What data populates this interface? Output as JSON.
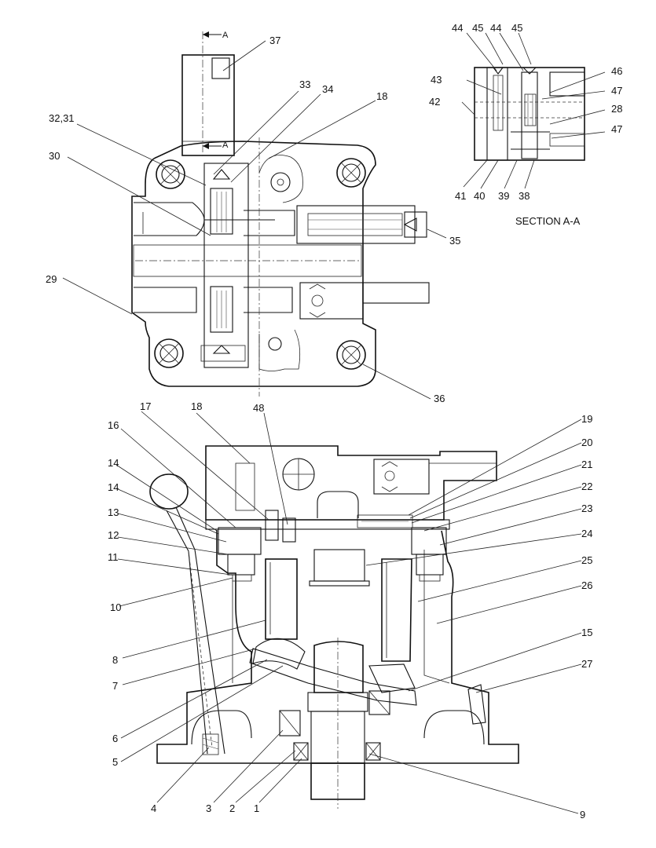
{
  "section": {
    "arrow_label": "A",
    "title": "SECTION A-A"
  },
  "labels": {
    "l1": "1",
    "l2": "2",
    "l3": "3",
    "l4": "4",
    "l5": "5",
    "l6": "6",
    "l7": "7",
    "l8": "8",
    "l9": "9",
    "l10": "10",
    "l11": "11",
    "l12": "12",
    "l13": "13",
    "l14a": "14",
    "l14b": "14",
    "l15": "15",
    "l16": "16",
    "l17": "17",
    "l18a": "18",
    "l18b": "18",
    "l19": "19",
    "l20": "20",
    "l21": "21",
    "l22": "22",
    "l23": "23",
    "l24": "24",
    "l25": "25",
    "l26": "26",
    "l27": "27",
    "l28": "28",
    "l29": "29",
    "l30": "30",
    "l3231": "32,31",
    "l33": "33",
    "l34": "34",
    "l35": "35",
    "l36": "36",
    "l37": "37",
    "l38": "38",
    "l39": "39",
    "l40": "40",
    "l41": "41",
    "l42": "42",
    "l43": "43",
    "l44a": "44",
    "l44b": "44",
    "l45a": "45",
    "l45b": "45",
    "l46": "46",
    "l47a": "47",
    "l47b": "47",
    "l48": "48"
  }
}
